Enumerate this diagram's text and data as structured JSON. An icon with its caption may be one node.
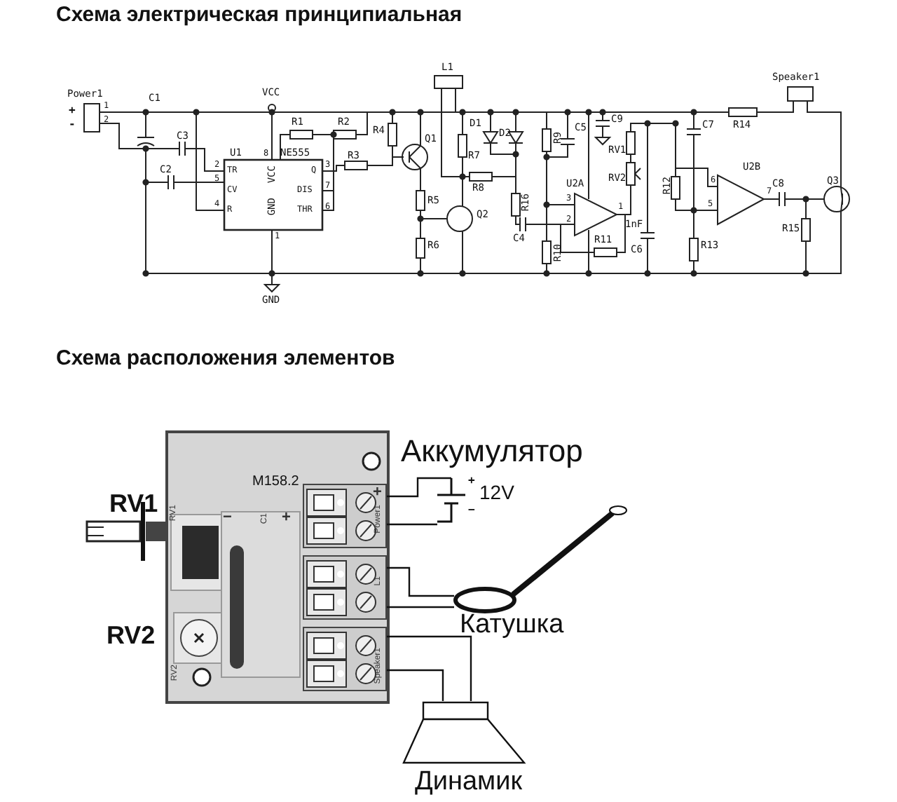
{
  "diagram": {
    "nodes": [
      {
        "text": [
          "M158.2"
        ]
      },
      {
        "text": [
          "Power1"
        ],
        "in": 0
      },
      {
        "text": [
          "L1"
        ],
        "in": 0
      },
      {
        "text": [
          "Speaker1"
        ],
        "in": 0
      },
      {
        "text": [],
        "shape": "battery"
      },
      {
        "text": [
          "Катушка"
        ]
      },
      {
        "text": [
          "Динамик"
        ]
      }
    ],
    "edges": [
      {
        "from": 1,
        "to": 4,
        "arrow": "none"
      },
      {
        "from": 1,
        "to": 4,
        "arrow": "none"
      },
      {
        "from": 2,
        "to": 5,
        "arrow": "none"
      },
      {
        "from": 2,
        "to": 5,
        "arrow": "none"
      },
      {
        "from": 3,
        "to": 6,
        "arrow": "none"
      },
      {
        "from": 3,
        "to": 6,
        "arrow": "none"
      }
    ],
    "labels": [
      "Схема электрическая принципиальная",
      "Power1",
      "+",
      "-",
      "1",
      "2",
      "C1",
      "VCC",
      "L1",
      "Speaker1",
      "R1",
      "R2",
      "R4",
      "Q1",
      "R7",
      "D1",
      "D2",
      "R9",
      "C5",
      "C9",
      "RV1",
      "C7",
      "R14",
      "C3",
      "U1",
      "8",
      "NE555",
      "2",
      "TR",
      "VCC",
      "Q",
      "3",
      "R3",
      "R8",
      "U2A",
      "RV2",
      "R12",
      "U2B",
      "C8",
      "Q3",
      "C2",
      "5",
      "CV",
      "DIS",
      "7",
      "R5",
      "Q2",
      "R16",
      "C4",
      "3",
      "2",
      "1",
      "6",
      "5",
      "7",
      "4",
      "R",
      "THR",
      "6",
      "1nF",
      "R15",
      "C6",
      "GND",
      "1",
      "R11",
      "R6",
      "R10",
      "R13",
      "GND",
      "Схема расположения элементов",
      "RV1",
      "RV1",
      "−",
      "C1",
      "+",
      "+",
      "RV2",
      "RV2",
      "Аккумулятор",
      "+",
      "−",
      "12V"
    ]
  }
}
